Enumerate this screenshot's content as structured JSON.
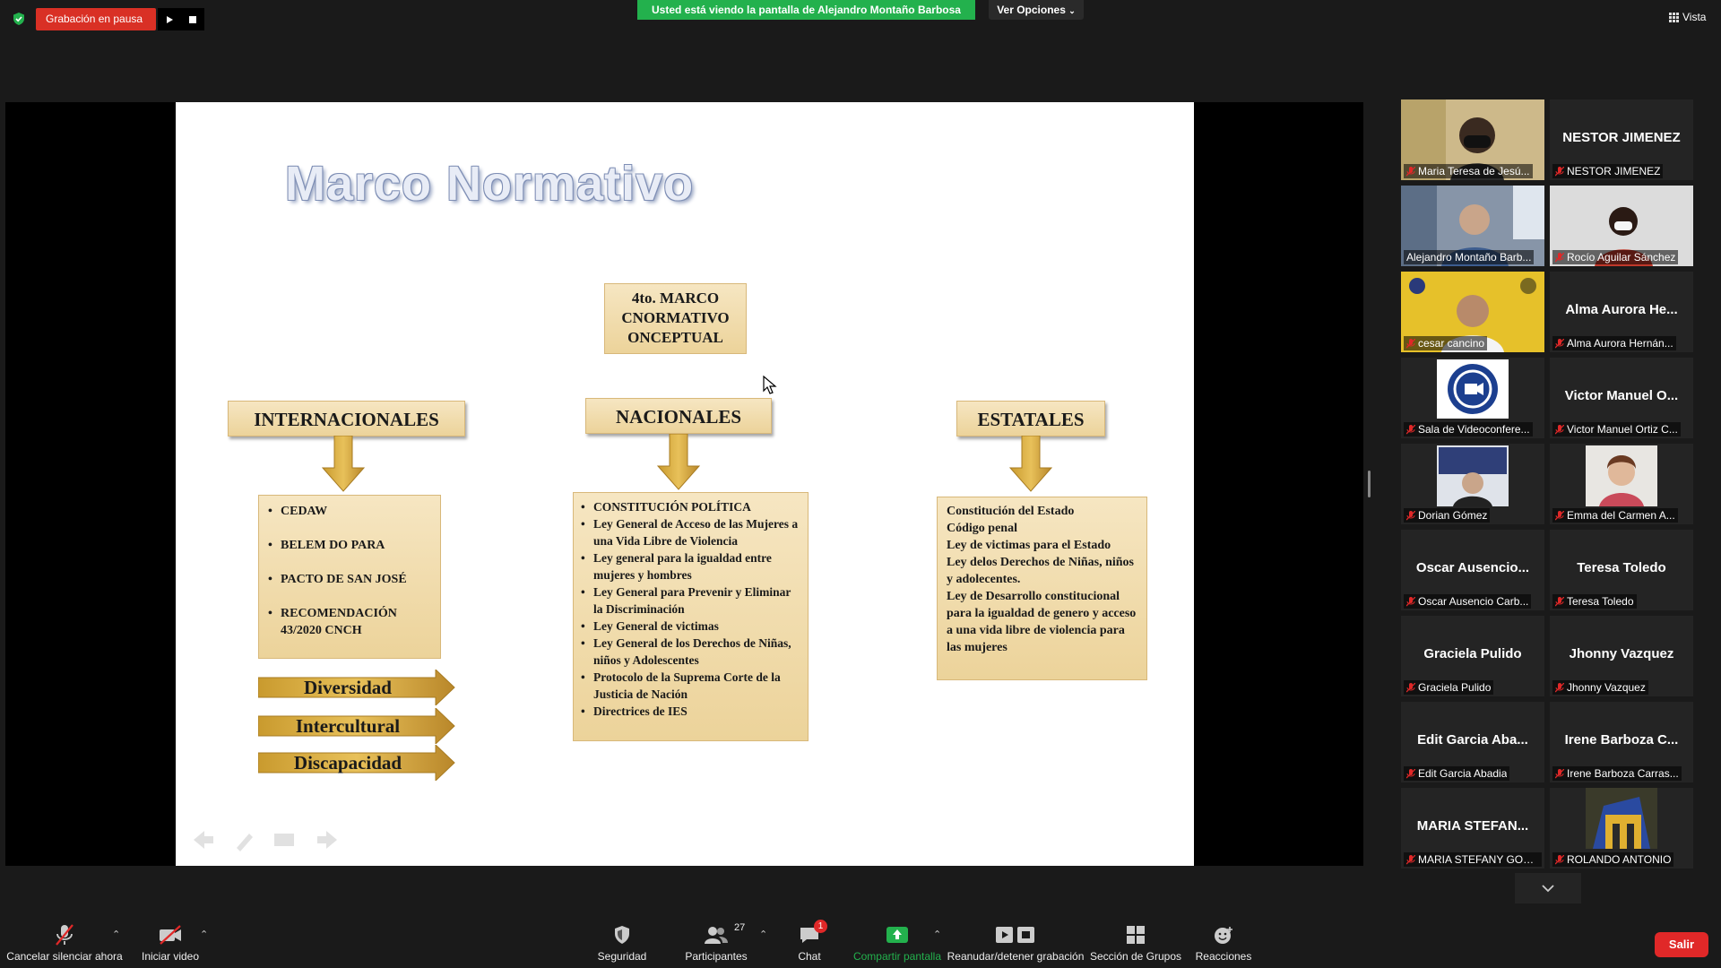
{
  "topbar": {
    "recording_status": "Grabación en pausa",
    "viewing_banner": "Usted está viendo la pantalla de Alejandro Montaño Barbosa",
    "view_options": "Ver Opciones",
    "view_label": "Vista"
  },
  "slide": {
    "title": "Marco Normativo",
    "center_box": [
      "4to. MARCO",
      "CNORMATIVO",
      "ONCEPTUAL"
    ],
    "headers": {
      "internacionales": "INTERNACIONALES",
      "nacionales": "NACIONALES",
      "estatales": "ESTATALES"
    },
    "internacionales_items": [
      "CEDAW",
      "BELEM DO PARA",
      "PACTO DE SAN JOSÉ",
      "RECOMENDACIÓN 43/2020 CNCH"
    ],
    "nacionales_items": [
      "CONSTITUCIÓN POLÍTICA",
      "Ley General de Acceso de las Mujeres a una Vida Libre de Violencia",
      "Ley general para la igualdad entre mujeres y hombres",
      "Ley General para Prevenir y Eliminar la Discriminación",
      "Ley General de victimas",
      "Ley General de los Derechos de Niñas, niños y Adolescentes",
      "Protocolo de la Suprema Corte de la Justicia de Nación",
      "Directrices de IES"
    ],
    "estatales_lines": [
      "Constitución  del Estado",
      "Código penal",
      "Ley de victimas para el Estado",
      "Ley delos Derechos de Niñas, niños y adolecentes.",
      "Ley de Desarrollo constitucional  para la igualdad de genero y acceso a una vida libre de violencia  para las mujeres"
    ],
    "arrows": [
      "Diversidad",
      "Intercultural",
      "Discapacidad"
    ]
  },
  "participants": [
    {
      "label": "Maria Teresa de Jesú...",
      "big_name": "",
      "has_video": true,
      "bg": "#b8a36a",
      "active": false
    },
    {
      "label": "NESTOR JIMENEZ",
      "big_name": "NESTOR JIMENEZ",
      "has_video": false,
      "bg": "",
      "active": false
    },
    {
      "label": "Alejandro Montaño Barb...",
      "big_name": "",
      "has_video": true,
      "bg": "#6f7f95",
      "active": true
    },
    {
      "label": "Rocío Aguilar Sánchez",
      "big_name": "",
      "has_video": true,
      "bg": "#d9d9d9",
      "active": false
    },
    {
      "label": "cesar cancino",
      "big_name": "",
      "has_video": true,
      "bg": "#e6c12a",
      "active": false
    },
    {
      "label": "Alma Aurora Hernán...",
      "big_name": "Alma Aurora He...",
      "has_video": false,
      "bg": "",
      "active": false
    },
    {
      "label": "Sala de Videoconfere...",
      "big_name": "",
      "has_video": true,
      "bg": "#1a1a1a",
      "active": false
    },
    {
      "label": "Victor Manuel Ortiz C...",
      "big_name": "Victor Manuel O...",
      "has_video": false,
      "bg": "",
      "active": false
    },
    {
      "label": "Dorian Gómez",
      "big_name": "",
      "has_video": true,
      "bg": "#1a1a1a",
      "active": false
    },
    {
      "label": "Emma del Carmen A...",
      "big_name": "",
      "has_video": true,
      "bg": "#1a1a1a",
      "active": false
    },
    {
      "label": "Oscar Ausencio Carb...",
      "big_name": "Oscar Ausencio...",
      "has_video": false,
      "bg": "",
      "active": false
    },
    {
      "label": "Teresa Toledo",
      "big_name": "Teresa Toledo",
      "has_video": false,
      "bg": "",
      "active": false
    },
    {
      "label": "Graciela Pulido",
      "big_name": "Graciela Pulido",
      "has_video": false,
      "bg": "",
      "active": false
    },
    {
      "label": "Jhonny Vazquez",
      "big_name": "Jhonny Vazquez",
      "has_video": false,
      "bg": "",
      "active": false
    },
    {
      "label": "Edit Garcia Abadia",
      "big_name": "Edit Garcia Aba...",
      "has_video": false,
      "bg": "",
      "active": false
    },
    {
      "label": "Irene Barboza Carras...",
      "big_name": "Irene Barboza C...",
      "has_video": false,
      "bg": "",
      "active": false
    },
    {
      "label": "MARIA STEFANY GOR...",
      "big_name": "MARIA STEFAN...",
      "has_video": false,
      "bg": "",
      "active": false
    },
    {
      "label": "ROLANDO ANTONIO",
      "big_name": "",
      "has_video": true,
      "bg": "#1a1a1a",
      "active": false
    }
  ],
  "toolbar": {
    "unmute": "Cancelar silenciar ahora",
    "start_video": "Iniciar video",
    "security": "Seguridad",
    "participants": "Participantes",
    "participants_count": "27",
    "chat": "Chat",
    "chat_badge": "1",
    "share": "Compartir pantalla",
    "record": "Reanudar/detener grabación",
    "breakout": "Sección de Grupos",
    "reactions": "Reacciones",
    "leave": "Salir"
  },
  "colors": {
    "recording": "#d93025",
    "banner": "#23b14d",
    "active_speaker": "#c9e35c",
    "leave": "#e02828",
    "share_green": "#23b14d"
  }
}
